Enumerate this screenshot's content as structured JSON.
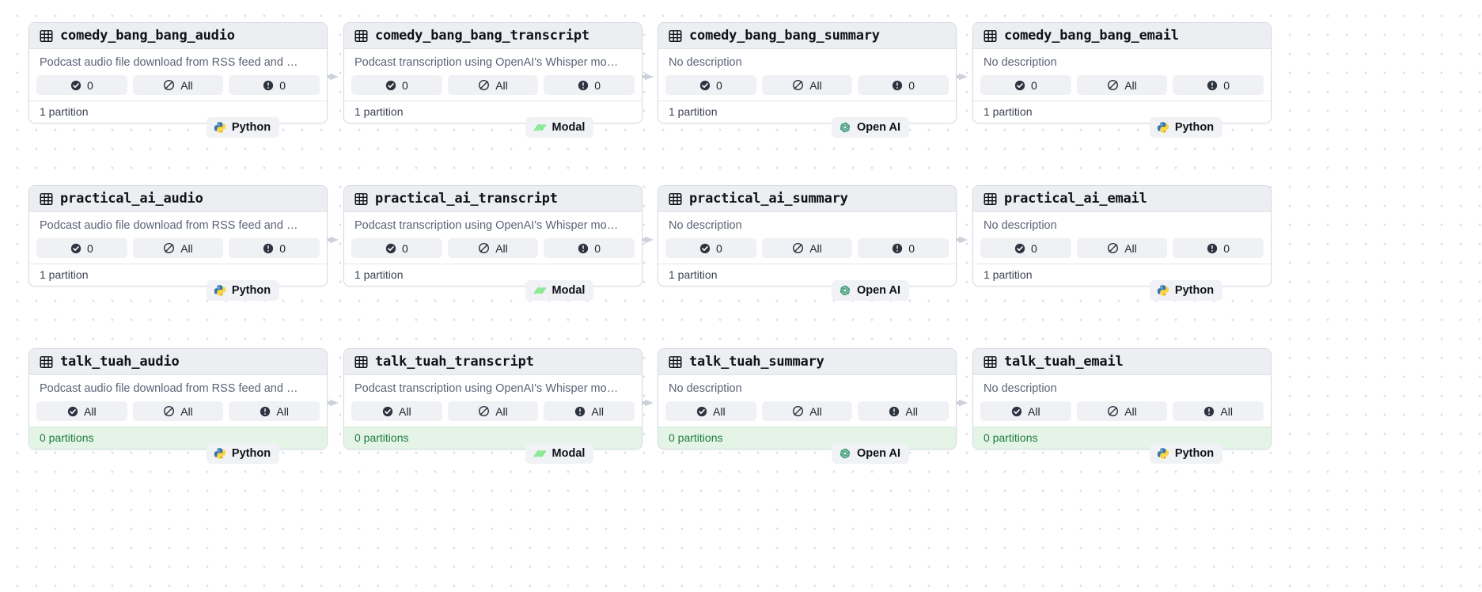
{
  "canvas": {
    "grid": "dotted",
    "background": "#ffffff",
    "dot_color": "#dcdfe8"
  },
  "colors": {
    "card_header_bg": "#eceef2",
    "pill_bg": "#f0f1f4",
    "missing_footer_bg": "#e4f5e8",
    "missing_footer_text": "#1f7a3f",
    "arrow": "#cdd1dc",
    "python_blue": "#3776ab",
    "python_yellow": "#ffd43b",
    "modal_green": "#7ee787",
    "openai_green": "#3f9e79"
  },
  "labels": {
    "no_description": "No description",
    "desc_audio": "Podcast audio file download from RSS feed and …",
    "desc_transcript": "Podcast transcription using OpenAI's Whisper mo…",
    "one_partition": "1 partition",
    "zero_partitions": "0 partitions",
    "table_icon": "table-icon",
    "check_icon": "check-circle-icon",
    "slash_icon": "circle-slash-icon",
    "alert_icon": "alert-circle-icon"
  },
  "badges": {
    "python": "Python",
    "modal": "Modal",
    "openai": "Open AI"
  },
  "rows": [
    {
      "id": "comedy_bang_bang",
      "missing": false,
      "partitions": "1 partition",
      "cards": [
        {
          "title": "comedy_bang_bang_audio",
          "description": "Podcast audio file download from RSS feed and …",
          "pills": [
            {
              "icon": "check-circle-icon",
              "value": "0"
            },
            {
              "icon": "circle-slash-icon",
              "value": "All"
            },
            {
              "icon": "alert-circle-icon",
              "value": "0"
            }
          ],
          "footer": "1 partition",
          "kind": "Python"
        },
        {
          "title": "comedy_bang_bang_transcript",
          "description": "Podcast transcription using OpenAI's Whisper mo…",
          "pills": [
            {
              "icon": "check-circle-icon",
              "value": "0"
            },
            {
              "icon": "circle-slash-icon",
              "value": "All"
            },
            {
              "icon": "alert-circle-icon",
              "value": "0"
            }
          ],
          "footer": "1 partition",
          "kind": "Modal"
        },
        {
          "title": "comedy_bang_bang_summary",
          "description": "No description",
          "pills": [
            {
              "icon": "check-circle-icon",
              "value": "0"
            },
            {
              "icon": "circle-slash-icon",
              "value": "All"
            },
            {
              "icon": "alert-circle-icon",
              "value": "0"
            }
          ],
          "footer": "1 partition",
          "kind": "Open AI"
        },
        {
          "title": "comedy_bang_bang_email",
          "description": "No description",
          "pills": [
            {
              "icon": "check-circle-icon",
              "value": "0"
            },
            {
              "icon": "circle-slash-icon",
              "value": "All"
            },
            {
              "icon": "alert-circle-icon",
              "value": "0"
            }
          ],
          "footer": "1 partition",
          "kind": "Python"
        }
      ]
    },
    {
      "id": "practical_ai",
      "missing": false,
      "partitions": "1 partition",
      "cards": [
        {
          "title": "practical_ai_audio",
          "description": "Podcast audio file download from RSS feed and …",
          "pills": [
            {
              "icon": "check-circle-icon",
              "value": "0"
            },
            {
              "icon": "circle-slash-icon",
              "value": "All"
            },
            {
              "icon": "alert-circle-icon",
              "value": "0"
            }
          ],
          "footer": "1 partition",
          "kind": "Python"
        },
        {
          "title": "practical_ai_transcript",
          "description": "Podcast transcription using OpenAI's Whisper mo…",
          "pills": [
            {
              "icon": "check-circle-icon",
              "value": "0"
            },
            {
              "icon": "circle-slash-icon",
              "value": "All"
            },
            {
              "icon": "alert-circle-icon",
              "value": "0"
            }
          ],
          "footer": "1 partition",
          "kind": "Modal"
        },
        {
          "title": "practical_ai_summary",
          "description": "No description",
          "pills": [
            {
              "icon": "check-circle-icon",
              "value": "0"
            },
            {
              "icon": "circle-slash-icon",
              "value": "All"
            },
            {
              "icon": "alert-circle-icon",
              "value": "0"
            }
          ],
          "footer": "1 partition",
          "kind": "Open AI"
        },
        {
          "title": "practical_ai_email",
          "description": "No description",
          "pills": [
            {
              "icon": "check-circle-icon",
              "value": "0"
            },
            {
              "icon": "circle-slash-icon",
              "value": "All"
            },
            {
              "icon": "alert-circle-icon",
              "value": "0"
            }
          ],
          "footer": "1 partition",
          "kind": "Python"
        }
      ]
    },
    {
      "id": "talk_tuah",
      "missing": true,
      "partitions": "0 partitions",
      "cards": [
        {
          "title": "talk_tuah_audio",
          "description": "Podcast audio file download from RSS feed and …",
          "pills": [
            {
              "icon": "check-circle-icon",
              "value": "All"
            },
            {
              "icon": "circle-slash-icon",
              "value": "All"
            },
            {
              "icon": "alert-circle-icon",
              "value": "All"
            }
          ],
          "footer": "0 partitions",
          "kind": "Python"
        },
        {
          "title": "talk_tuah_transcript",
          "description": "Podcast transcription using OpenAI's Whisper mo…",
          "pills": [
            {
              "icon": "check-circle-icon",
              "value": "All"
            },
            {
              "icon": "circle-slash-icon",
              "value": "All"
            },
            {
              "icon": "alert-circle-icon",
              "value": "All"
            }
          ],
          "footer": "0 partitions",
          "kind": "Modal"
        },
        {
          "title": "talk_tuah_summary",
          "description": "No description",
          "pills": [
            {
              "icon": "check-circle-icon",
              "value": "All"
            },
            {
              "icon": "circle-slash-icon",
              "value": "All"
            },
            {
              "icon": "alert-circle-icon",
              "value": "All"
            }
          ],
          "footer": "0 partitions",
          "kind": "Open AI"
        },
        {
          "title": "talk_tuah_email",
          "description": "No description",
          "pills": [
            {
              "icon": "check-circle-icon",
              "value": "All"
            },
            {
              "icon": "circle-slash-icon",
              "value": "All"
            },
            {
              "icon": "alert-circle-icon",
              "value": "All"
            }
          ],
          "footer": "0 partitions",
          "kind": "Python"
        }
      ]
    }
  ]
}
